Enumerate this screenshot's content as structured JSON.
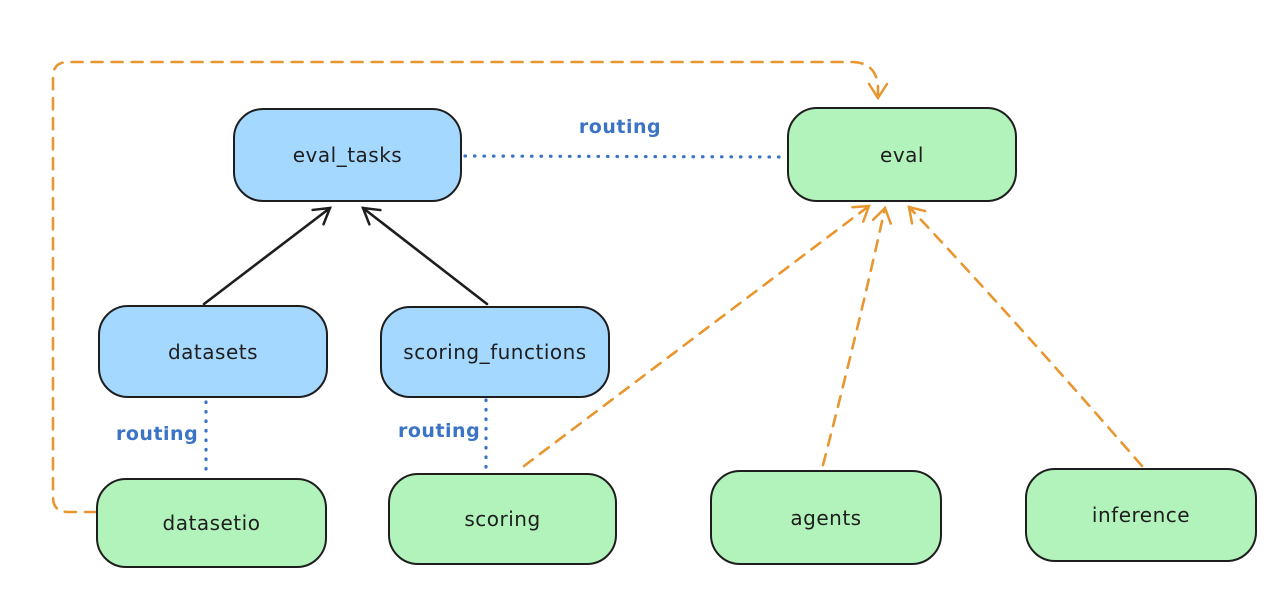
{
  "diagram": {
    "colors": {
      "canvas_bg": "#ffffff",
      "node_blue_fill": "#a5d8ff",
      "node_green_fill": "#b2f2bb",
      "node_stroke": "#1e1e1e",
      "arrow_black": "#1e1e1e",
      "arrow_orange": "#e8962f",
      "routing_blue": "#3b73c5"
    },
    "nodes": [
      {
        "id": "eval_tasks",
        "label": "eval_tasks",
        "color": "blue"
      },
      {
        "id": "eval",
        "label": "eval",
        "color": "green"
      },
      {
        "id": "datasets",
        "label": "datasets",
        "color": "blue"
      },
      {
        "id": "scoring_functions",
        "label": "scoring_functions",
        "color": "blue"
      },
      {
        "id": "datasetio",
        "label": "datasetio",
        "color": "green"
      },
      {
        "id": "scoring",
        "label": "scoring",
        "color": "green"
      },
      {
        "id": "agents",
        "label": "agents",
        "color": "green"
      },
      {
        "id": "inference",
        "label": "inference",
        "color": "green"
      }
    ],
    "edges": [
      {
        "from": "datasets",
        "to": "eval_tasks",
        "style": "solid-black-arrow"
      },
      {
        "from": "scoring_functions",
        "to": "eval_tasks",
        "style": "solid-black-arrow"
      },
      {
        "from": "eval_tasks",
        "to": "eval",
        "style": "dotted-blue",
        "label": "routing"
      },
      {
        "from": "datasets",
        "to": "datasetio",
        "style": "dotted-blue",
        "label": "routing"
      },
      {
        "from": "scoring_functions",
        "to": "scoring",
        "style": "dotted-blue",
        "label": "routing"
      },
      {
        "from": "datasetio",
        "to": "eval",
        "style": "dashed-orange-arrow"
      },
      {
        "from": "scoring",
        "to": "eval",
        "style": "dashed-orange-arrow"
      },
      {
        "from": "agents",
        "to": "eval",
        "style": "dashed-orange-arrow"
      },
      {
        "from": "inference",
        "to": "eval",
        "style": "dashed-orange-arrow"
      }
    ]
  }
}
